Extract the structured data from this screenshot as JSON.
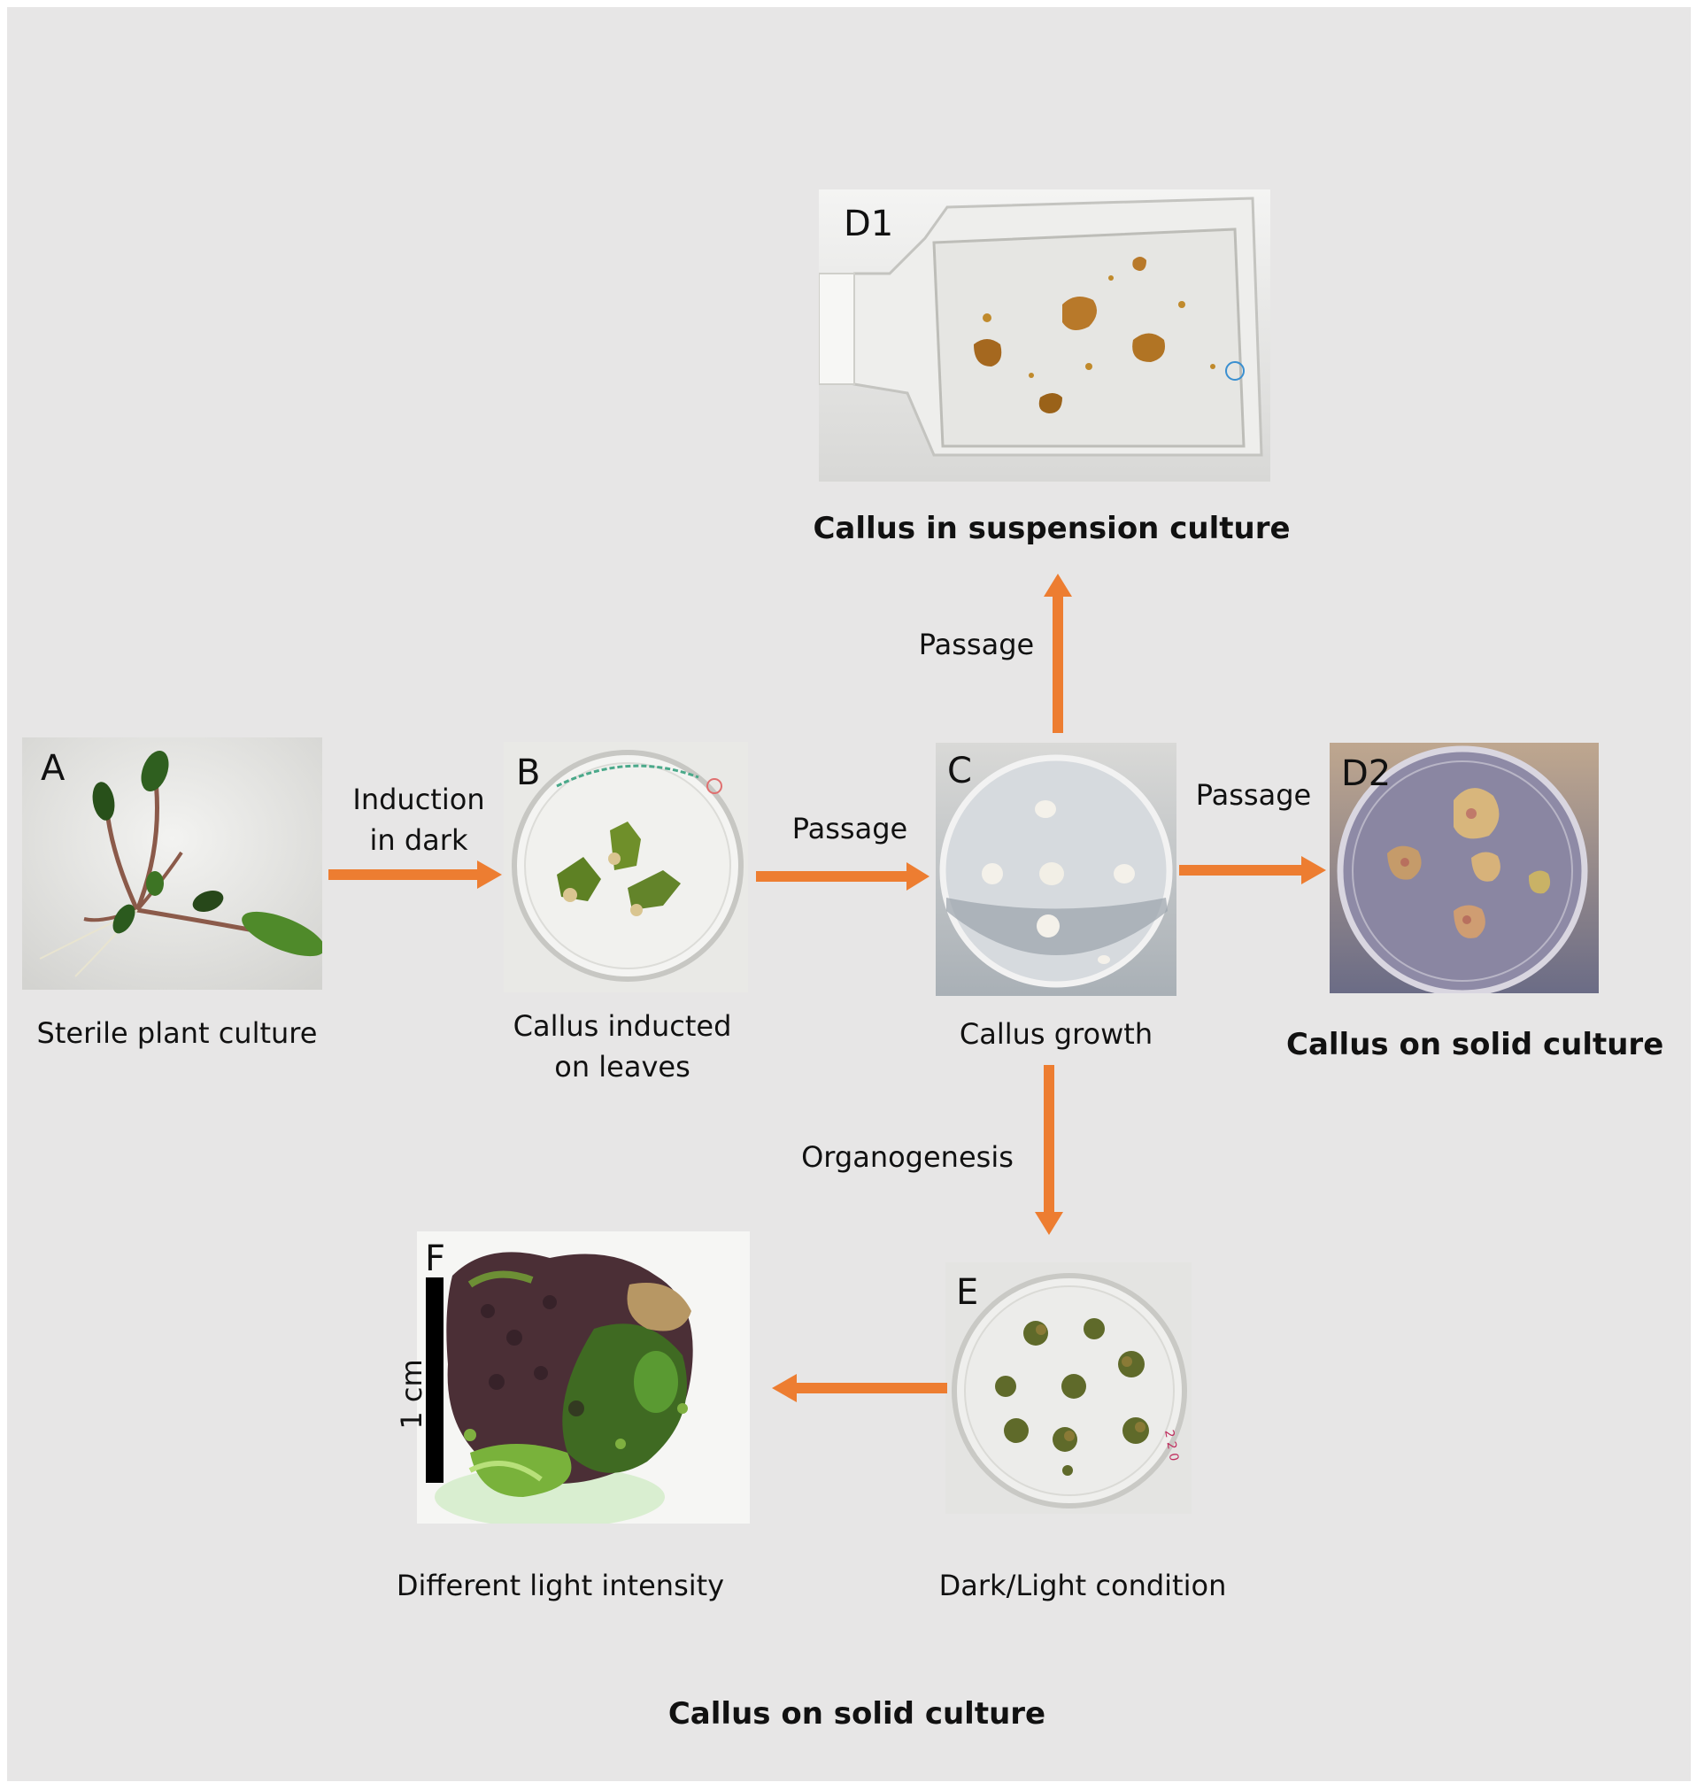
{
  "panels": {
    "a": {
      "label": "A",
      "caption": "Sterile plant culture"
    },
    "b": {
      "label": "B",
      "caption_line1": "Callus inducted",
      "caption_line2": "on leaves"
    },
    "c": {
      "label": "C",
      "caption": "Callus growth"
    },
    "d1": {
      "label": "D1",
      "caption": "Callus in suspension culture"
    },
    "d2": {
      "label": "D2",
      "caption": "Callus  on solid culture"
    },
    "e": {
      "label": "E",
      "caption": "Dark/Light condition"
    },
    "f": {
      "label": "F",
      "caption": "Different light intensity",
      "scale_bar": "1 cm"
    }
  },
  "arrows": {
    "a_to_b": {
      "label_line1": "Induction",
      "label_line2": "in dark"
    },
    "b_to_c": {
      "label": "Passage"
    },
    "c_to_d1": {
      "label": "Passage"
    },
    "c_to_d2": {
      "label": "Passage"
    },
    "c_to_e": {
      "label": "Organogenesis"
    }
  },
  "footer": {
    "title": "Callus  on solid culture"
  },
  "colors": {
    "arrow": "#ed7d31",
    "background": "#e7e6e6"
  }
}
